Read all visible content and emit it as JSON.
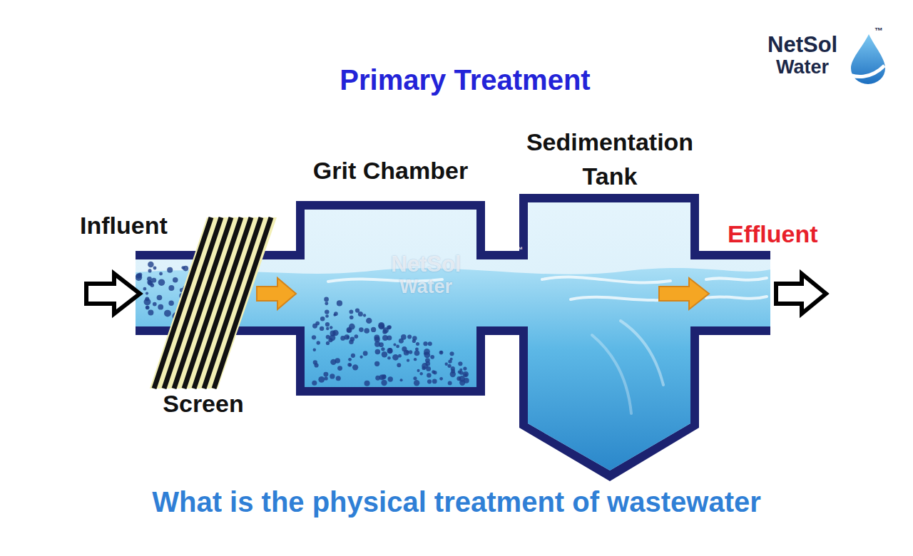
{
  "diagram": {
    "title": "Primary Treatment",
    "caption": "What is the physical treatment of wastewater",
    "nodes": [
      {
        "text": [
          "Screen"
        ]
      },
      {
        "text": [
          "Grit Chamber"
        ]
      },
      {
        "text": [
          "Sedimentation Tank"
        ]
      }
    ],
    "edges": [
      {
        "from": 0,
        "to": 1,
        "arrow": "to"
      }
    ],
    "labels": [
      "NetSol",
      "Water",
      "™",
      "Influent",
      "NetSol",
      "Water",
      "™",
      "Effluent"
    ]
  }
}
